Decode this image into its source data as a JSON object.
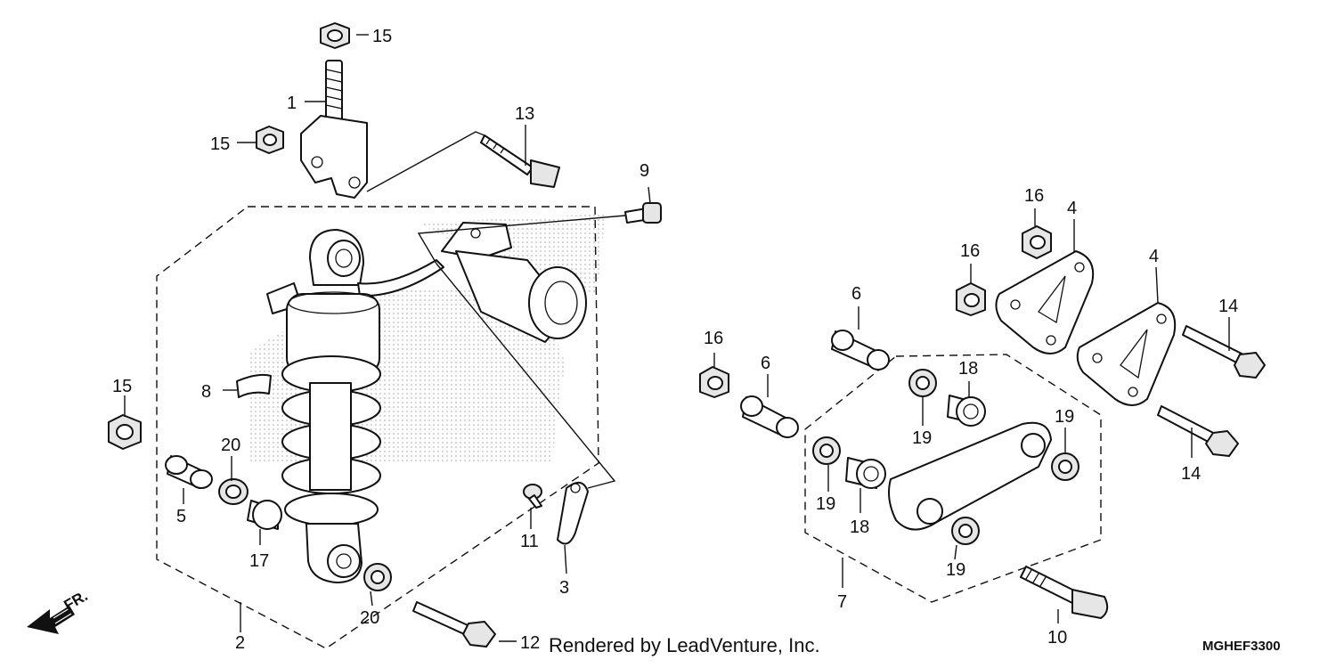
{
  "callouts": {
    "c1": "1",
    "c2": "2",
    "c3": "3",
    "c4a": "4",
    "c4b": "4",
    "c5": "5",
    "c6a": "6",
    "c6b": "6",
    "c7": "7",
    "c8": "8",
    "c9": "9",
    "c10": "10",
    "c11": "11",
    "c12": "12",
    "c13": "13",
    "c14a": "14",
    "c14b": "14",
    "c15a": "15",
    "c15b": "15",
    "c15c": "15",
    "c16a": "16",
    "c16b": "16",
    "c16c": "16",
    "c17": "17",
    "c18a": "18",
    "c18b": "18",
    "c19a": "19",
    "c19b": "19",
    "c19c": "19",
    "c19d": "19",
    "c20a": "20",
    "c20b": "20"
  },
  "credit": "Rendered by LeadVenture, Inc.",
  "diagram_code": "MGHEF3300",
  "front_indicator": "FR."
}
